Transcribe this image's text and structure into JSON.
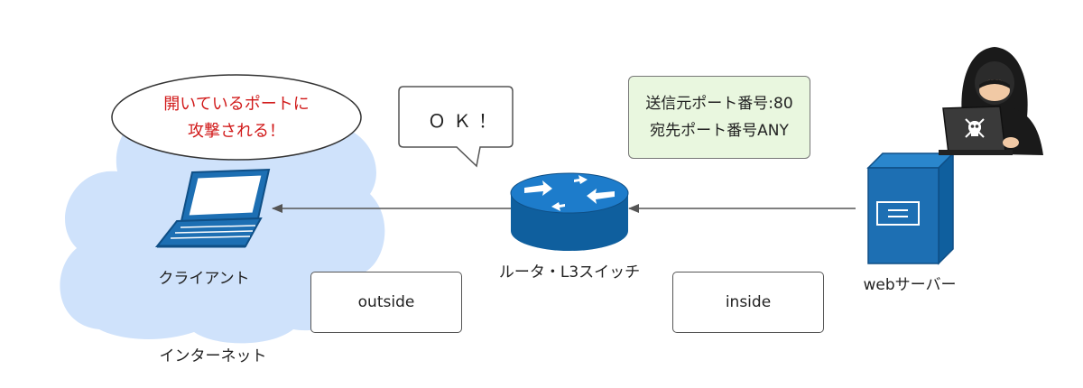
{
  "labels": {
    "client": "クライアント",
    "internet": "インターネット",
    "router": "ルータ・L3スイッチ",
    "server": "webサーバー"
  },
  "zones": {
    "outside": "outside",
    "inside": "inside"
  },
  "attack_callout": {
    "line1": "開いているポートに",
    "line2": "攻撃される！"
  },
  "ok_bubble": "ＯＫ！",
  "packet_note": {
    "line1": "送信元ポート番号:80",
    "line2": "宛先ポート番号ANY"
  },
  "colors": {
    "cloud": "#cfe2fb",
    "device_blue": "#1d6fb3",
    "device_dark": "#0f4f86",
    "note_bg": "#e9f7df",
    "alert_red": "#d11a1a",
    "arrow": "#555555"
  },
  "icons": [
    "cloud-icon",
    "laptop-icon",
    "router-icon",
    "server-icon",
    "hacker-icon"
  ]
}
